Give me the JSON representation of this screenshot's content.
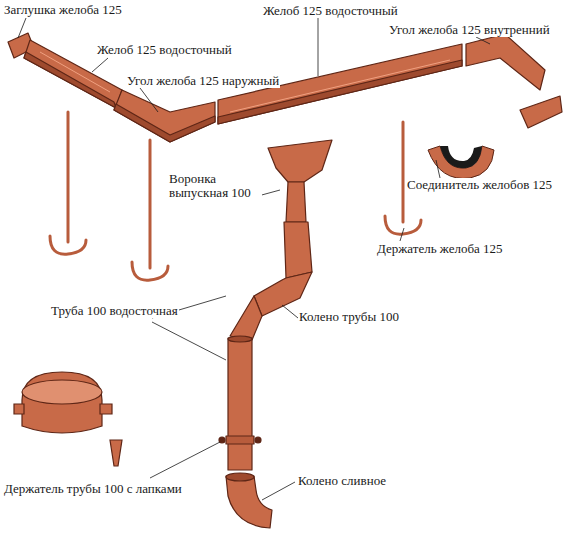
{
  "diagram": {
    "labels": [
      "Заглушка желоба 125",
      "Желоб 125 водосточный",
      "Желоб 125 водосточный",
      "Угол желоба 125 внутренний",
      "Угол желоба 125 наружный",
      "Воронка выпускная 100",
      "Соединитель желобов 125",
      "Держатель желоба 125",
      "Труба 100 водосточная",
      "Колено трубы 100",
      "Держатель трубы 100 с лапками",
      "Колено сливное"
    ]
  }
}
